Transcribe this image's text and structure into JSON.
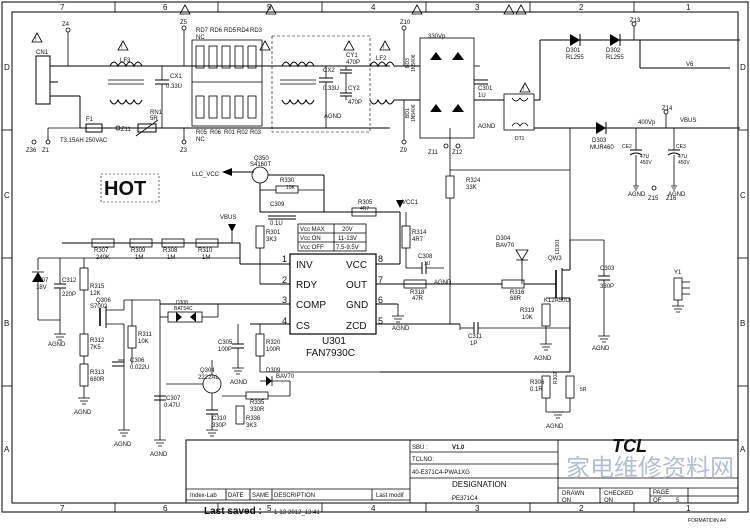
{
  "border": {
    "top_cols": [
      "7",
      "6",
      "5",
      "4",
      "3",
      "2",
      "1"
    ],
    "bottom_cols": [
      "7",
      "6",
      "5",
      "4",
      "3",
      "2",
      "1"
    ],
    "rows_left": [
      "D",
      "C",
      "B",
      "A"
    ],
    "rows_right": [
      "D",
      "C",
      "B",
      "A"
    ]
  },
  "labels": {
    "hot": "HOT",
    "vbus_left": "VBUS",
    "llc_vcc": "LLC_VCC",
    "vcc1": "VCC1",
    "v6": "V6",
    "vbus_right": "VBUS",
    "vdc400": "400Vp",
    "v330": "330Vp",
    "fuse": "T3.15AH 250VAC",
    "cn1": "CN1"
  },
  "refs": {
    "z4": "Z4",
    "z5": "Z5",
    "z10": "Z10",
    "z13": "Z13",
    "z14": "Z14",
    "z15": "Z15",
    "z16": "Z16",
    "z36": "Z36",
    "z1": "Z1",
    "z3": "Z3",
    "z9": "Z9",
    "z11": "Z11",
    "z12": "Z12",
    "lf3": "LF3",
    "lf2": "LF2",
    "cx1": "CX1",
    "cx2": "CX2",
    "cy1": "CY1",
    "cy2": "CY2",
    "cx1_v": "0.33U",
    "cx2_v": "0.33U",
    "cy1_v": "470P",
    "cy2_v": "470P",
    "f1": "F1",
    "rn1": "RN1",
    "rn1_v": "5R",
    "rd7": "RD7",
    "rd6": "RD6",
    "rd5": "RD5",
    "rd4": "RD4",
    "rd3": "RD3",
    "r05": "R05",
    "r06": "R06",
    "r01": "R01",
    "r02": "R02",
    "r03": "R03",
    "nc": "NC",
    "nc2": "NC",
    "bd3": "BD3",
    "bd1": "BD1",
    "bd3_v": "1N5406",
    "bd1_v": "1N5406",
    "c301": "C301",
    "c301_v": "1U",
    "d301": "D301",
    "d301_v": "RL255",
    "d302": "D302",
    "d302_v": "RL255",
    "d303": "D303",
    "d303_v": "MUR460",
    "ce2": "CE2",
    "ce2_v": "47U",
    "ce2_v2": "450V",
    "ce3": "CE3",
    "ce3_v": "47U",
    "ce3_v2": "450V",
    "q350": "Q350",
    "q350_v": "S4160T",
    "r330": "R330",
    "r330_v": "10K",
    "c309": "C309",
    "c309_v": "0.1U",
    "r305": "R305",
    "r305_v": "4R7",
    "r301": "R301",
    "r301_v": "3K3",
    "r307": "R307",
    "r307_v": "240K",
    "r309": "R309",
    "r309_v": "1M",
    "r308": "R308",
    "r308_v": "1M",
    "r310": "R310",
    "r310_v": "1M",
    "r324": "R324",
    "r324_v": "33K",
    "r314": "R314",
    "r314_v": "4R7",
    "c308": "C308",
    "c308_v": "1U",
    "d304": "D304",
    "d304_v": "BAV70",
    "r318": "R318",
    "r318_v": "47R",
    "r316": "R316",
    "r316_v": "68R",
    "ld301": "LD301",
    "qw3": "QW3",
    "qw3_v": "K12A50D",
    "c303": "C303",
    "c303_v": "330P",
    "r319": "R319",
    "r319_v": "10K",
    "c311": "C311",
    "c311_v": "1P",
    "r306": "R306",
    "r306_v": "0.1R",
    "r302": "R302",
    "r302_v": "5R",
    "d307": "D307",
    "d307_v": "18V",
    "c312": "C312",
    "c312_v": "220P",
    "r315": "R315",
    "r315_v": "12K",
    "q306": "Q306",
    "q306_v": "S7002",
    "r312": "R312",
    "r312_v": "7K5",
    "r313": "R313",
    "r313_v": "680R",
    "d308": "D308",
    "d308_v": "BAT54C",
    "r311": "R311",
    "r311_v": "10K",
    "c306": "C306",
    "c306_v": "0.022U",
    "c305": "C305",
    "c305_v": "100P",
    "r320": "R320",
    "r320_v": "100R",
    "c307": "C307",
    "c307_v": "0.47U",
    "q304": "Q304",
    "q304_v": "2222AL",
    "d309": "D309",
    "d309_v": "BAV70",
    "r335": "R335",
    "r335_v": "330R",
    "r336": "R336",
    "r336_v": "3K3",
    "c310": "C310",
    "c310_v": "330P",
    "y1": "Y1",
    "dt1": "DT1"
  },
  "vcc_table": [
    {
      "name": "Vcc MAX",
      "value": "20V"
    },
    {
      "name": "Vcc ON",
      "value": "11-13V"
    },
    {
      "name": "Vcc OFF",
      "value": "7.5-9.5V"
    }
  ],
  "ic": {
    "ref": "U301",
    "part": "FAN7930C",
    "pins_left": [
      {
        "num": "1",
        "name": "INV"
      },
      {
        "num": "2",
        "name": "RDY"
      },
      {
        "num": "3",
        "name": "COMP"
      },
      {
        "num": "4",
        "name": "CS"
      }
    ],
    "pins_right": [
      {
        "num": "8",
        "name": "VCC"
      },
      {
        "num": "7",
        "name": "OUT"
      },
      {
        "num": "6",
        "name": "GND"
      },
      {
        "num": "5",
        "name": "ZCD"
      }
    ]
  },
  "ground_label": "AGND",
  "title_block": {
    "sbu": "SBU :",
    "version": "V1.0",
    "tclno": "TCLNO:",
    "tclno_v": "40-E371C4-PWA1XG",
    "designation": "DESIGNATION",
    "designation_v": "PE371C4",
    "index": "Index-Lab",
    "date": "DATE",
    "same": "SAME",
    "description": "DESCRIPTION",
    "last_modif": "Last modif",
    "last_saved": "Last saved :",
    "last_saved_v": "1-13-2012_13:41",
    "drawn": "DRAWN",
    "checked": "CHECKED",
    "on": "ON",
    "page": "PAGE",
    "of": "OF",
    "page_v": "5",
    "format": "FORMAT/DIN A4",
    "brand": "TCL",
    "watermark": "家电维修资料网"
  }
}
